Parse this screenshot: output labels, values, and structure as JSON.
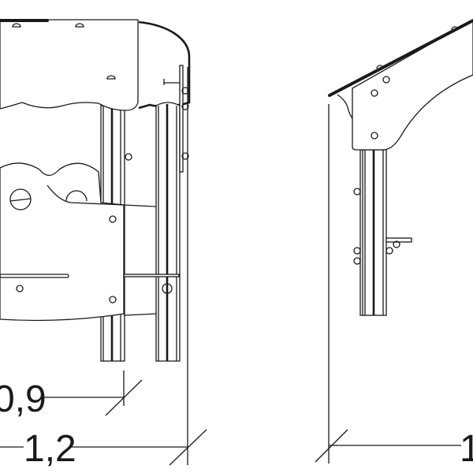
{
  "drawing": {
    "front_view": {
      "dimension_inner": "0,9",
      "dimension_outer": "1,2"
    },
    "side_view": {
      "dimension": "1"
    },
    "line_color": "#1a1a1a",
    "background": "#ffffff"
  }
}
